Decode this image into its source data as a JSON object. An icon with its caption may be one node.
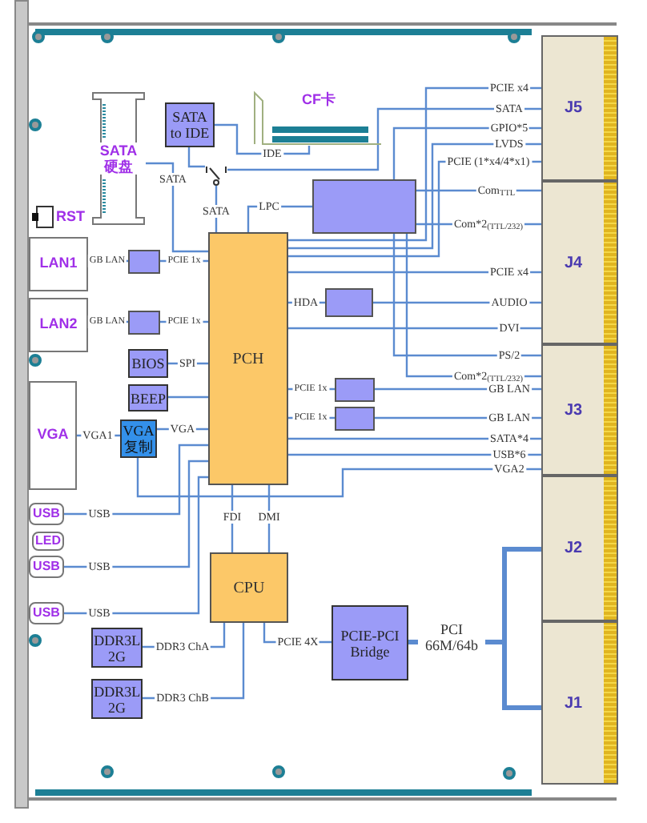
{
  "diagram": {
    "nodes": [
      {
        "text": [
          "SATA硬盘"
        ]
      },
      {
        "text": [
          "SATA to IDE"
        ]
      },
      {
        "text": [
          "CF卡"
        ]
      },
      {
        "text": [
          "PCH"
        ]
      },
      {
        "text": [],
        "shape": "box"
      },
      {
        "text": [
          "RST"
        ]
      },
      {
        "text": [
          "LAN1"
        ]
      },
      {
        "text": [],
        "shape": "box"
      },
      {
        "text": [
          "LAN2"
        ]
      },
      {
        "text": [],
        "shape": "box"
      },
      {
        "text": [
          "BIOS"
        ]
      },
      {
        "text": [
          "BEEP"
        ]
      },
      {
        "text": [
          "VGA"
        ]
      },
      {
        "text": [
          "VGA复制"
        ]
      },
      {
        "text": [],
        "shape": "box"
      },
      {
        "text": [],
        "shape": "box"
      },
      {
        "text": [],
        "shape": "box"
      },
      {
        "text": [
          "USB"
        ]
      },
      {
        "text": [
          "LED"
        ]
      },
      {
        "text": [
          "USB"
        ]
      },
      {
        "text": [
          "USB"
        ]
      },
      {
        "text": [
          "CPU"
        ]
      },
      {
        "text": [
          "DDR3L 2G"
        ]
      },
      {
        "text": [
          "DDR3L 2G"
        ]
      },
      {
        "text": [
          "PCIE-PCI Bridge"
        ]
      },
      {
        "text": [
          "J5"
        ]
      },
      {
        "text": [
          "J4"
        ]
      },
      {
        "text": [
          "J3"
        ]
      },
      {
        "text": [
          "J2"
        ]
      },
      {
        "text": [
          "J1"
        ]
      },
      {
        "text": [],
        "shape": "switch"
      }
    ],
    "edges": [
      {
        "from": 0,
        "to": 3,
        "arrow": "none",
        "label": "SATA"
      },
      {
        "from": 1,
        "to": 30,
        "arrow": "none"
      },
      {
        "from": 30,
        "to": 3,
        "arrow": "none",
        "label": "SATA"
      },
      {
        "from": 1,
        "to": 2,
        "arrow": "none",
        "label": "IDE"
      },
      {
        "from": 30,
        "to": 25,
        "arrow": "none",
        "label": "SATA"
      },
      {
        "from": 3,
        "to": 25,
        "arrow": "none",
        "label": "PCIE x4"
      },
      {
        "from": 4,
        "to": 25,
        "arrow": "none",
        "label": "GPIO*5"
      },
      {
        "from": 3,
        "to": 25,
        "arrow": "none",
        "label": "LVDS"
      },
      {
        "from": 3,
        "to": 25,
        "arrow": "none",
        "label": "PCIE (1*x4/4*x1)"
      },
      {
        "from": 3,
        "to": 4,
        "arrow": "none",
        "label": "LPC"
      },
      {
        "from": 6,
        "to": 7,
        "arrow": "none",
        "label": "GB LAN"
      },
      {
        "from": 7,
        "to": 3,
        "arrow": "none",
        "label": "PCIE 1x"
      },
      {
        "from": 8,
        "to": 9,
        "arrow": "none",
        "label": "GB LAN"
      },
      {
        "from": 9,
        "to": 3,
        "arrow": "none",
        "label": "PCIE 1x"
      },
      {
        "from": 10,
        "to": 3,
        "arrow": "none",
        "label": "SPI"
      },
      {
        "from": 11,
        "to": 3,
        "arrow": "none"
      },
      {
        "from": 12,
        "to": 13,
        "arrow": "none",
        "label": "VGA1"
      },
      {
        "from": 3,
        "to": 13,
        "arrow": "none",
        "label": "VGA"
      },
      {
        "from": 3,
        "to": 14,
        "arrow": "none",
        "label": "HDA"
      },
      {
        "from": 4,
        "to": 26,
        "arrow": "none",
        "label": "Com$_{TTL}$"
      },
      {
        "from": 4,
        "to": 26,
        "arrow": "none",
        "label": "Com*2$_{(TTL/232)}$"
      },
      {
        "from": 3,
        "to": 26,
        "arrow": "none",
        "label": "PCIE x4"
      },
      {
        "from": 14,
        "to": 26,
        "arrow": "none",
        "label": "AUDIO"
      },
      {
        "from": 3,
        "to": 26,
        "arrow": "none",
        "label": "DVI"
      },
      {
        "from": 4,
        "to": 27,
        "arrow": "none",
        "label": "PS/2"
      },
      {
        "from": 4,
        "to": 27,
        "arrow": "none",
        "label": "Com*2$_{(TTL/232)}$"
      },
      {
        "from": 3,
        "to": 15,
        "arrow": "none",
        "label": "PCIE 1x"
      },
      {
        "from": 3,
        "to": 16,
        "arrow": "none",
        "label": "PCIE 1x"
      },
      {
        "from": 15,
        "to": 27,
        "arrow": "none",
        "label": "GB LAN"
      },
      {
        "from": 16,
        "to": 27,
        "arrow": "none",
        "label": "GB LAN"
      },
      {
        "from": 3,
        "to": 27,
        "arrow": "none",
        "label": "SATA*4"
      },
      {
        "from": 3,
        "to": 27,
        "arrow": "none",
        "label": "USB*6"
      },
      {
        "from": 13,
        "to": 27,
        "arrow": "none",
        "label": "VGA2"
      },
      {
        "from": 17,
        "to": 3,
        "arrow": "none",
        "label": "USB"
      },
      {
        "from": 19,
        "to": 3,
        "arrow": "none",
        "label": "USB"
      },
      {
        "from": 20,
        "to": 3,
        "arrow": "none",
        "label": "USB"
      },
      {
        "from": 3,
        "to": 21,
        "arrow": "none",
        "label": "FDI"
      },
      {
        "from": 3,
        "to": 21,
        "arrow": "none",
        "label": "DMI"
      },
      {
        "from": 22,
        "to": 21,
        "arrow": "none",
        "label": "DDR3 ChA"
      },
      {
        "from": 23,
        "to": 21,
        "arrow": "none",
        "label": "DDR3 ChB"
      },
      {
        "from": 21,
        "to": 24,
        "arrow": "none",
        "label": "PCIE 4X"
      },
      {
        "from": 24,
        "to": 28,
        "arrow": "none",
        "label": "PCI 66M/64b",
        "style": "thick"
      },
      {
        "from": 24,
        "to": 29,
        "arrow": "none",
        "style": "thick"
      }
    ]
  }
}
